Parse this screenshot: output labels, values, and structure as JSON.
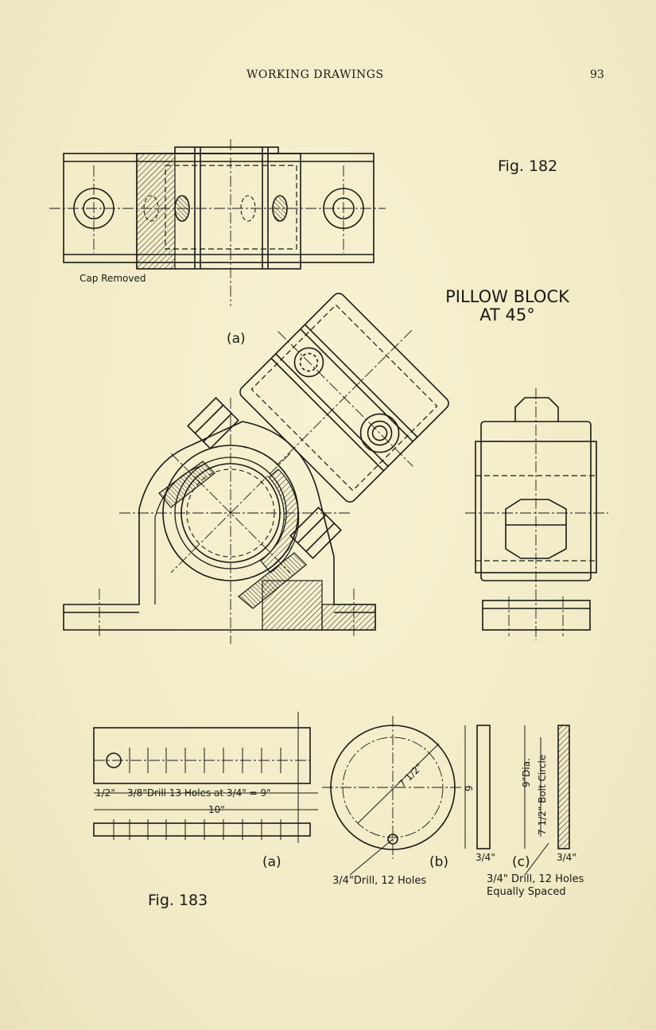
{
  "running_head": "WORKING DRAWINGS",
  "page_number": "93",
  "figure_182": {
    "label": "Fig. 182",
    "title_line1": "PILLOW BLOCK",
    "title_line2": "AT 45°",
    "cap_removed_label": "Cap Removed",
    "view_a_label": "(a)"
  },
  "figure_183": {
    "label": "Fig. 183",
    "view_a_label": "(a)",
    "view_b_label": "(b)",
    "view_c_label": "(c)",
    "dim_half": "1/2\"",
    "drill_note_a": "3/8\"Drill 13 Holes at 3/4\" = 9\"",
    "dim_10": "10\"",
    "dim_7_5": "7 1/2\"",
    "dim_9": "9",
    "dim_3_4_b": "3/4\"",
    "dim_3_4_c": "3/4\"",
    "dim_9_dia": "9\"Dia.",
    "dim_bolt_circle": "7 1/2\" Bolt Circle",
    "drill_note_b": "3/4\"Drill, 12 Holes",
    "drill_note_c_line1": "3/4\" Drill, 12 Holes",
    "drill_note_c_line2": "Equally Spaced"
  }
}
